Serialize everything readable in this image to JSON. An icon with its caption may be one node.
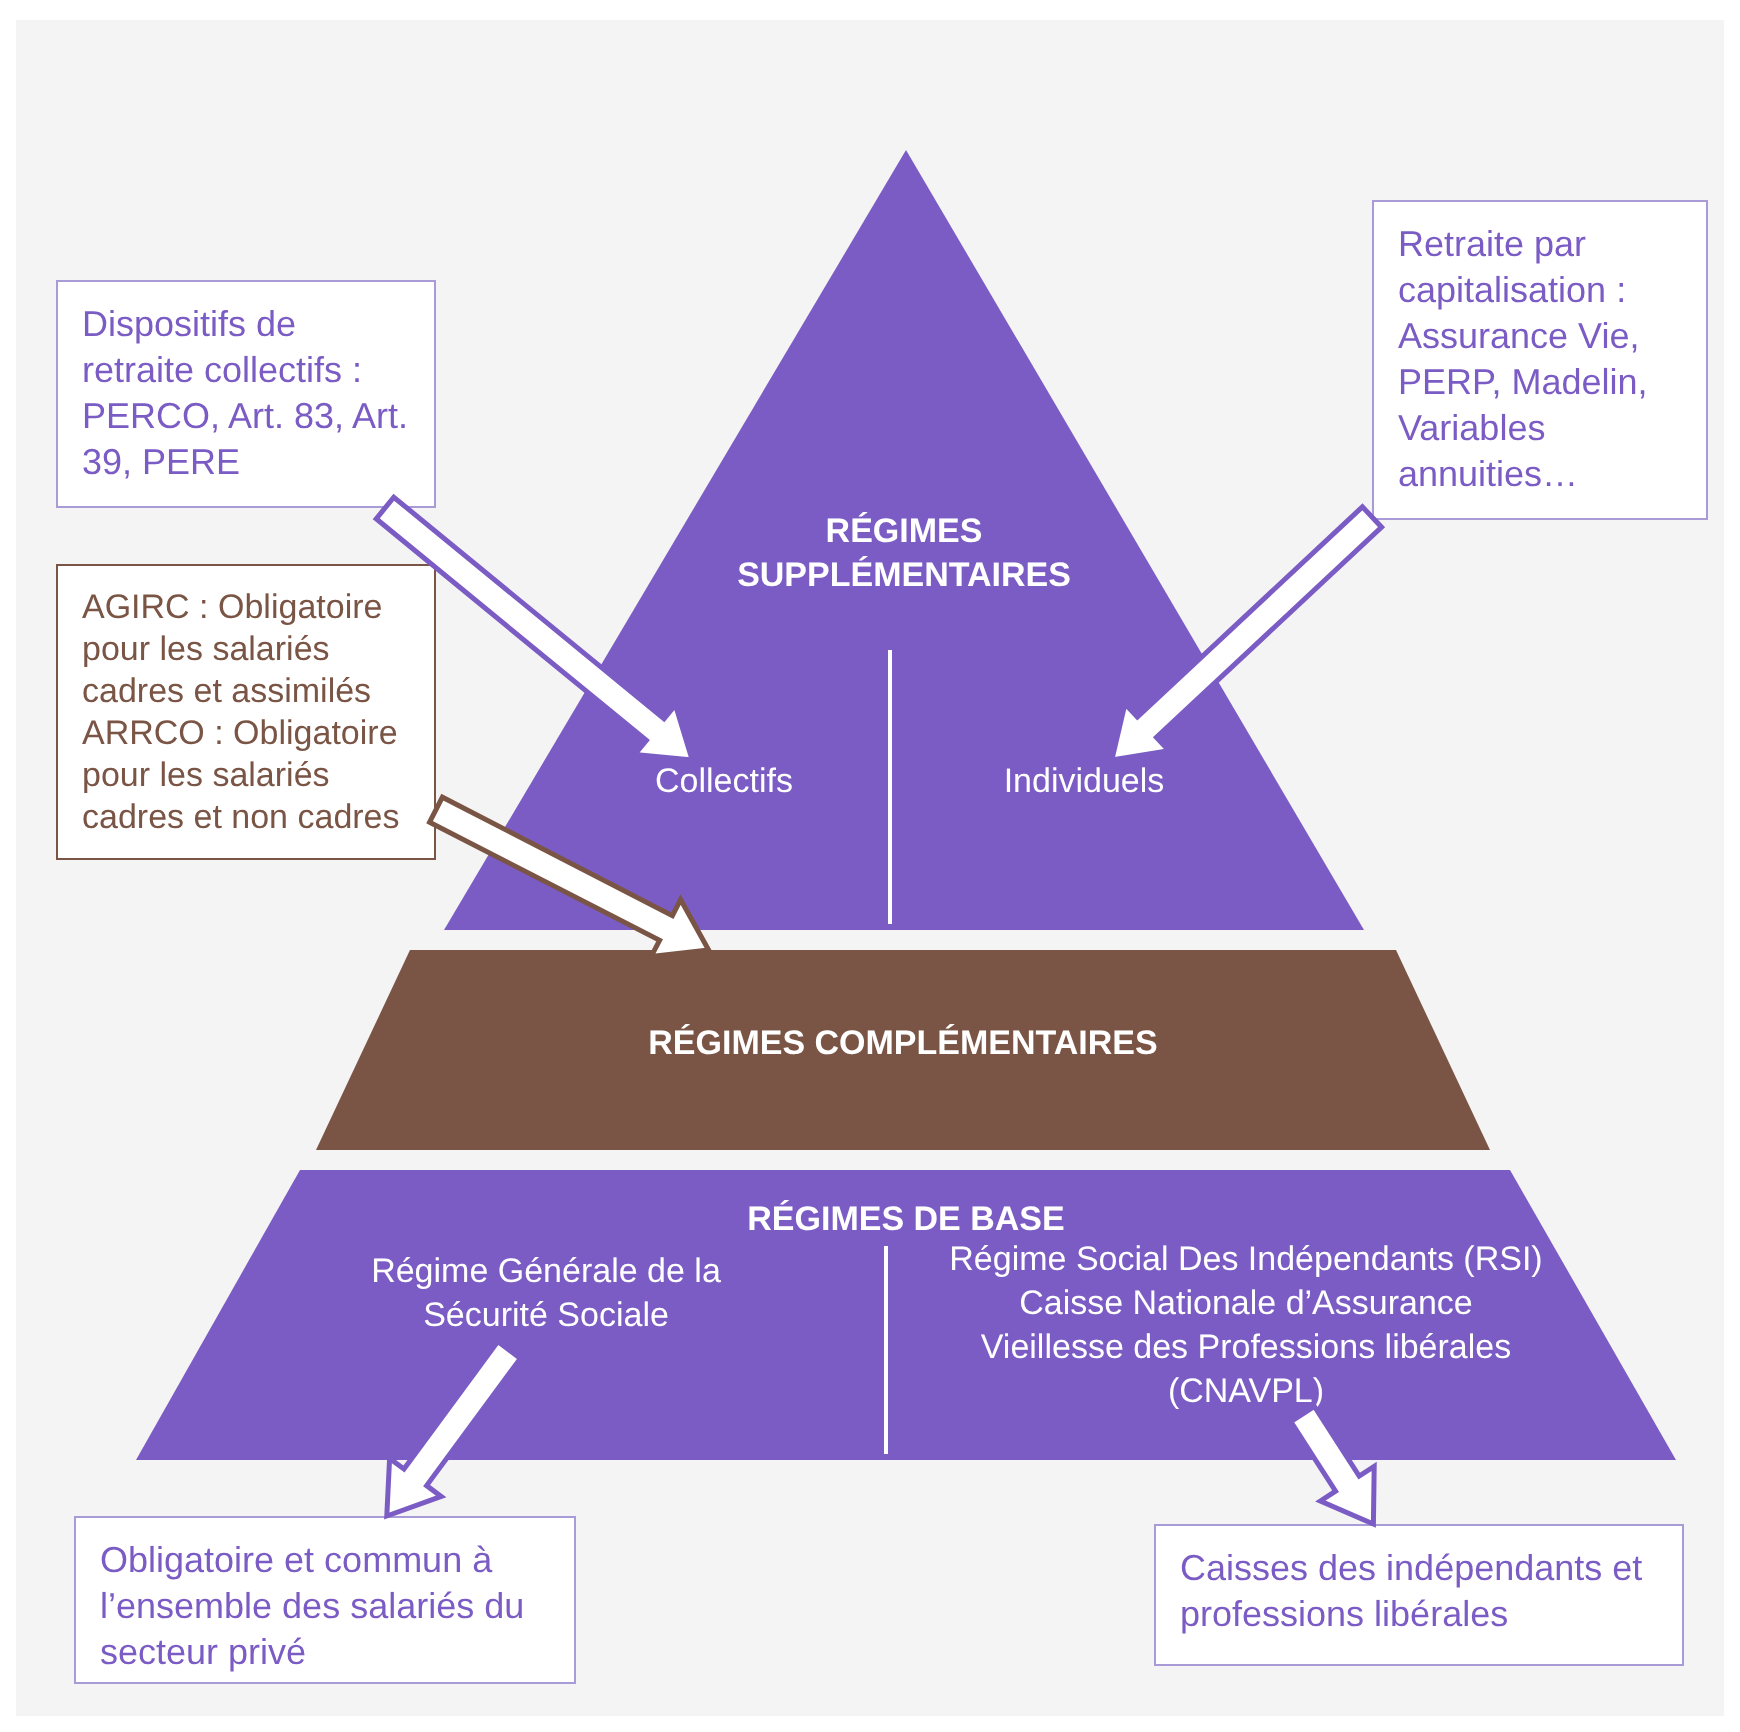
{
  "diagram": {
    "nodes": [
      {
        "text": [
          "RÉGIMES SUPPLÉMENTAIRES"
        ]
      },
      {
        "text": [
          "Collectifs"
        ],
        "in": 0
      },
      {
        "text": [
          "Individuels"
        ],
        "in": 0
      },
      {
        "text": [
          "RÉGIMES COMPLÉMENTAIRES"
        ]
      },
      {
        "text": [
          "RÉGIMES DE BASE"
        ]
      },
      {
        "text": [
          "Régime Générale de la Sécurité Sociale"
        ],
        "in": 4
      },
      {
        "text": [
          "Régime Social Des Indépendants (RSI)",
          "Caisse Nationale d’Assurance Vieillesse des Professions libérales (CNAVPL)"
        ],
        "in": 4
      },
      {
        "text": [
          "Dispositifs de retraite collectifs : PERCO, Art. 83, Art. 39, PERE"
        ]
      },
      {
        "text": [
          "Retraite par capitalisation : Assurance Vie, PERP, Madelin, Variables annuities…"
        ]
      },
      {
        "text": [
          "AGIRC : Obligatoire pour les salariés cadres et assimilés ARRCO : Obligatoire pour les salariés cadres et non cadres"
        ]
      },
      {
        "text": [
          "Obligatoire et commun à l’ensemble des salariés du secteur privé"
        ]
      },
      {
        "text": [
          "Caisses des indépendants et professions libérales"
        ]
      }
    ],
    "edges": [
      {
        "from": 7,
        "to": 1,
        "arrow": "to"
      },
      {
        "from": 8,
        "to": 2,
        "arrow": "to"
      },
      {
        "from": 9,
        "to": 3,
        "arrow": "to",
        "color": "#7a5545"
      },
      {
        "from": 5,
        "to": 10,
        "arrow": "to"
      },
      {
        "from": 6,
        "to": 11,
        "arrow": "to"
      }
    ]
  }
}
